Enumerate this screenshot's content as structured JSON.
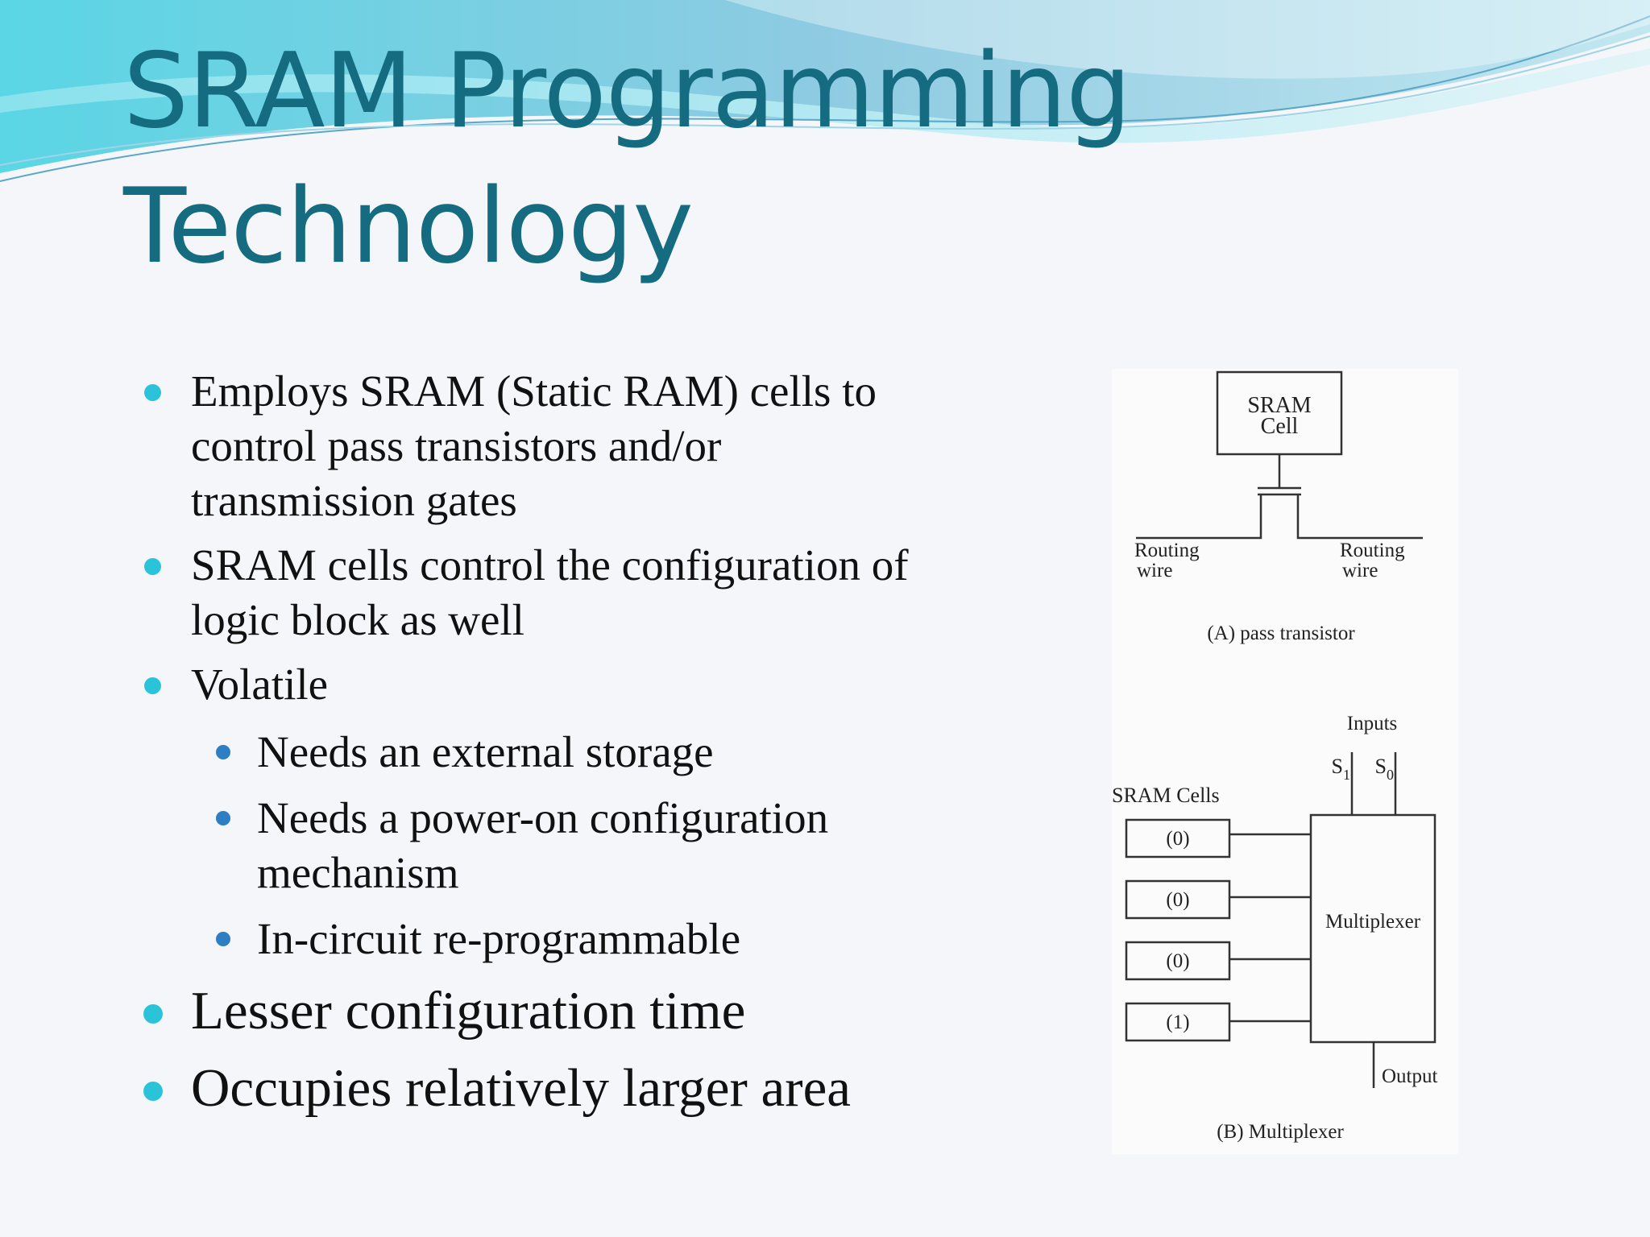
{
  "slide": {
    "title_lines": [
      "SRAM Programming",
      "Technology"
    ],
    "bullets": {
      "b1": "Employs SRAM (Static RAM) cells to control pass transistors and/or transmission gates",
      "b2": "SRAM cells control the configuration of logic block as well",
      "b3": "Volatile",
      "b3_sub": [
        "Needs an external storage",
        "Needs a power-on configuration mechanism",
        "In-circuit re-programmable"
      ],
      "b4": "Lesser configuration time",
      "b5": "Occupies relatively larger area"
    }
  },
  "figure": {
    "sram_cell_line1": "SRAM",
    "sram_cell_line2": "Cell",
    "routing_left_1": "Routing",
    "routing_left_2": "wire",
    "routing_right_1": "Routing",
    "routing_right_2": "wire",
    "caption_a": "(A) pass transistor",
    "inputs_label": "Inputs",
    "s1_label": "S",
    "s1_sub": "1",
    "s0_label": "S",
    "s0_sub": "0",
    "sram_cells_label": "SRAM Cells",
    "cells": [
      "(0)",
      "(0)",
      "(0)",
      "(1)"
    ],
    "mux_label": "Multiplexer",
    "output_label": "Output",
    "caption_b": "(B) Multiplexer"
  },
  "colors": {
    "title": "#156b80",
    "bullet_primary": "#2ac3d9",
    "bullet_secondary": "#2d7ec2"
  }
}
